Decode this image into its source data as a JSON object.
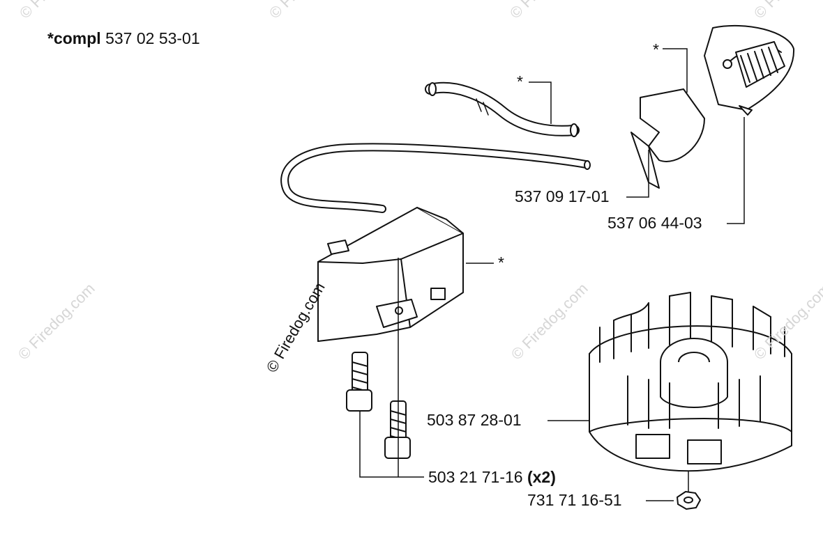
{
  "title": {
    "star": "*",
    "bold": "compl",
    "number": "537 02 53-01"
  },
  "labels": {
    "p1": "537 09 17-01",
    "p2": "537 06 44-03",
    "p3": "503 87 28-01",
    "p4_num": "503 21 71-16",
    "p4_qty": "(x2)",
    "p5": "731 71 16-51",
    "star": "*"
  },
  "watermark": "© Firedog.com",
  "colors": {
    "ink": "#111111",
    "watermark": "#d6d6d6",
    "paper": "#ffffff"
  }
}
